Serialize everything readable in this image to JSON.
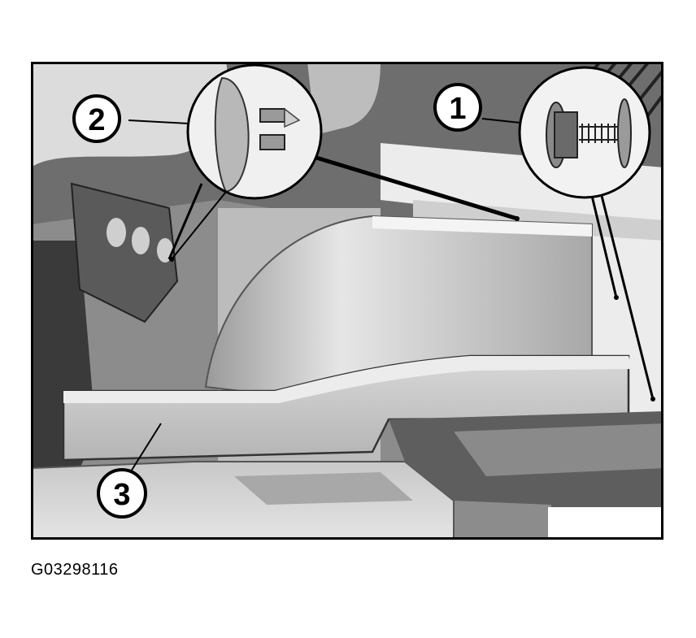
{
  "figure": {
    "code": "G03298116",
    "callouts": [
      {
        "id": "1",
        "label": "1",
        "part": "screw"
      },
      {
        "id": "2",
        "label": "2",
        "part": "expanding-rivet"
      },
      {
        "id": "3",
        "label": "3",
        "part": "trim-panel"
      }
    ]
  }
}
